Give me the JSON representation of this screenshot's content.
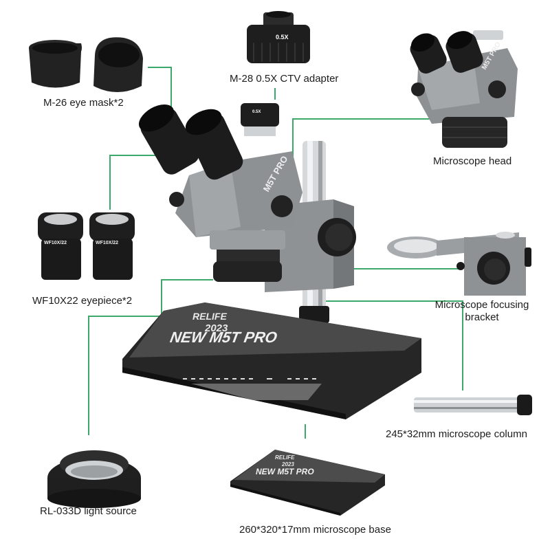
{
  "colors": {
    "connector": "#3ea86a",
    "body_gray": "#8a8d90",
    "dark": "#1c1c1c",
    "chrome": "#cfd2d4"
  },
  "labels": {
    "eye_mask": "M-26 eye mask*2",
    "ctv_adapter": "M-28 0.5X CTV adapter",
    "microscope_head": "Microscope head",
    "eyepiece": "WF10X22 eyepiece*2",
    "focusing_bracket_line1": "Microscope focusing",
    "focusing_bracket_line2": "bracket",
    "column": "245*32mm microscope column",
    "light_source": "RL-033D light source",
    "base": "260*320*17mm microscope base"
  },
  "markings": {
    "adapter_text": "0.5X",
    "head_brand": "M5T PRO",
    "eyepiece_text": "WF10X/22",
    "base_brand": "RELIFE",
    "base_year": "2023",
    "base_model": "NEW M5T PRO"
  }
}
